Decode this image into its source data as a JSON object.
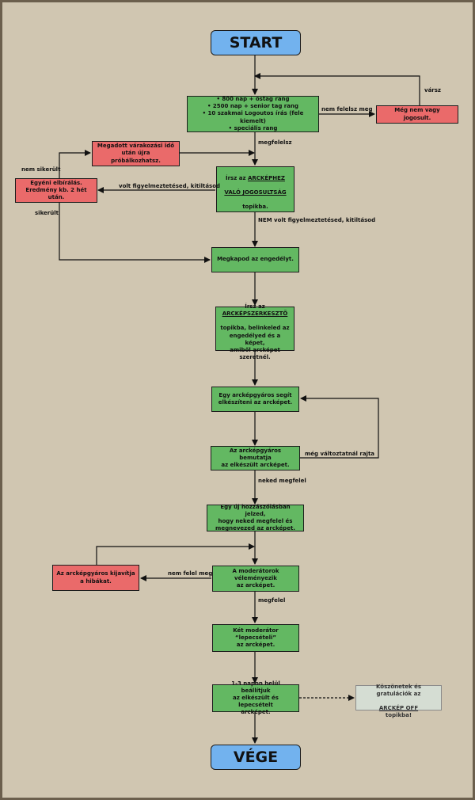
{
  "start": "START",
  "end": "VÉGE",
  "requirements": "• 800 nap + őstag rang\n• 2500 nap + senior tag rang\n• 10 szakmai Logoutos írás (fele kiemelt)\n• speciális rang",
  "not_yet": "Még nem vagy jogosult.",
  "waiting_retry": "Megadott várakozási idő\nután újra próbálkozhatsz.",
  "individual_review": "Egyéni elbírálás.\nEredmény kb. 2 hét után.",
  "write_eligibility": {
    "prefix": "Írsz az ",
    "link1": "ARCKÉPHEZ",
    "link2": "VALÓ JOGOSULTSÁG",
    "suffix": "topikba."
  },
  "permission": "Megkapod az engedélyt.",
  "write_editor": {
    "prefix": "Írsz az",
    "link": "ARCKÉPSZERKESZTŐ",
    "suffix": "topikba, belinkeled az\nengedélyed és a képet,\namiből arcképet szeretnél."
  },
  "maker_helps": "Egy arcképgyáros segít\nelkészíteni az arcképet.",
  "maker_presents": "Az arcképgyáros bemutatja\naz elkészült arcképet.",
  "new_post": "Egy új hozzászólásban jelzed,\nhogy neked megfelel és\nmegnevezed az arcképet.",
  "mods_review": "A moderátorok véleményezik\naz arcképet.",
  "maker_fixes": "Az arcképgyáros kijavítja\na hibákat.",
  "mods_approve": "Két moderátor “lepecsételi”\naz arcképet.",
  "set_within": "1-3 napon belül beállítjuk\naz elkészült és lepecsételt\narcképet.",
  "thanks": {
    "text": "Köszönetek és gratulációk az",
    "link": "ARCKÉP OFF",
    "suffix": "topikba!"
  },
  "labels": {
    "varsz": "vársz",
    "nem_felelsz_meg": "nem felelsz meg",
    "megfelelsz": "megfelelsz",
    "nem_sikerult": "nem sikerült",
    "volt_figyelmeztetesed": "volt figyelmeztetésed, kitiltásod",
    "sikerult": "sikerült",
    "nem_volt_figyelmeztetesed": "NEM volt figyelmeztetésed, kitiltásod",
    "meg_valtoztatnal": "még változtatnál rajta",
    "neked_megfelel": "neked megfelel",
    "nem_felel_meg": "nem felel meg",
    "megfelel": "megfelel"
  }
}
